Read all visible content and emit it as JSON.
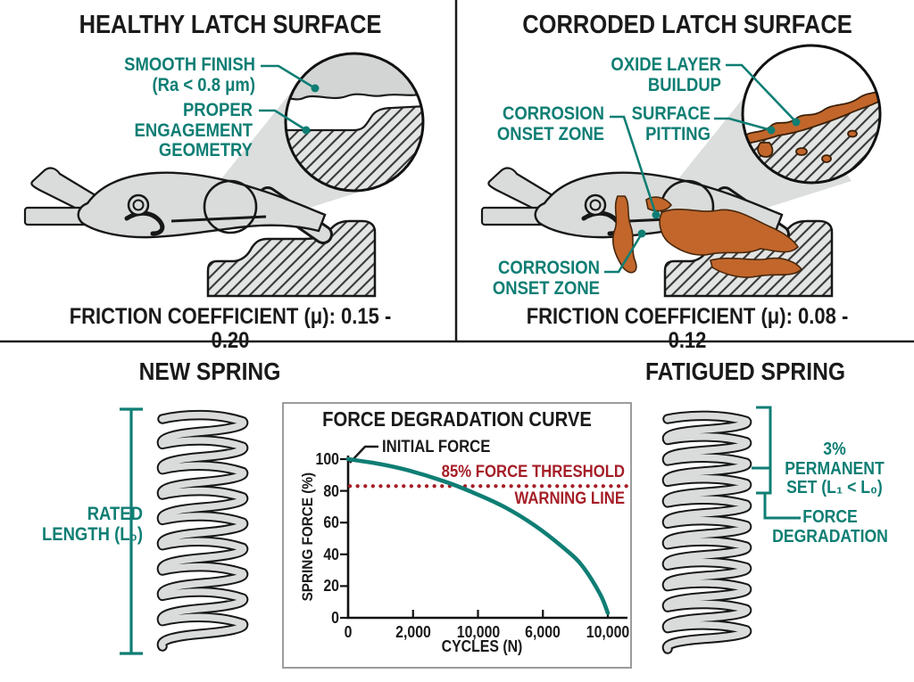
{
  "colors": {
    "teal": "#0F7E74",
    "warning_red": "#A51E27",
    "rust_orange": "#C2662B",
    "metal_gray": "#D9DCDA",
    "hatch_gray": "#E3E5E4",
    "chart_border": "#9C9C9C",
    "text_black": "#1A1A1A"
  },
  "panels": {
    "healthy": {
      "title": "HEALTHY LATCH SURFACE",
      "smooth_finish": "SMOOTH FINISH\n(Ra < 0.8 μm)",
      "engagement": "PROPER\nENGAGEMENT\nGEOMETRY",
      "friction": "FRICTION COEFFICIENT (μ): 0.15 - 0.20"
    },
    "corroded": {
      "title": "CORRODED LATCH SURFACE",
      "oxide": "OXIDE LAYER\nBUILDUP",
      "corrosion_top": "CORROSION\nONSET ZONE",
      "pitting": "SURFACE\nPITTING",
      "corrosion_bottom": "CORROSION\nONSET ZONE",
      "friction": "FRICTION COEFFICIENT (μ): 0.08 - 0.12"
    },
    "new_spring": {
      "title": "NEW SPRING",
      "rated_length": "RATED\nLENGTH (L₀)"
    },
    "fatigued_spring": {
      "title": "FATIGUED SPRING",
      "permanent_set": "3%\nPERMANENT\nSET (L₁ < L₀)",
      "force_degradation": "FORCE\nDEGRADATION"
    }
  },
  "chart_data": {
    "type": "line",
    "title": "FORCE DEGRADATION CURVE",
    "xlabel": "CYCLES (N)",
    "ylabel": "SPRING FORCE (%)",
    "x_tick_labels": [
      "0",
      "2,000",
      "10,000",
      "6,000",
      "10,000"
    ],
    "y_ticks": [
      0,
      20,
      40,
      60,
      80,
      100
    ],
    "ylim": [
      0,
      100
    ],
    "grid": false,
    "series": [
      {
        "name": "Spring force degradation",
        "x_frac": [
          0,
          0.12,
          0.23,
          0.37,
          0.48,
          0.6,
          0.72,
          0.83,
          0.9,
          0.97,
          1.0
        ],
        "values": [
          100,
          97,
          93,
          86,
          79,
          70,
          58,
          44,
          33,
          15,
          3
        ]
      }
    ],
    "threshold": {
      "value": 83,
      "label_top": "85% FORCE THRESHOLD",
      "label_bottom": "WARNING LINE"
    },
    "annotations": {
      "initial_force": "INITIAL FORCE"
    },
    "line_color": "#0F7E74",
    "threshold_color": "#A51E27"
  }
}
